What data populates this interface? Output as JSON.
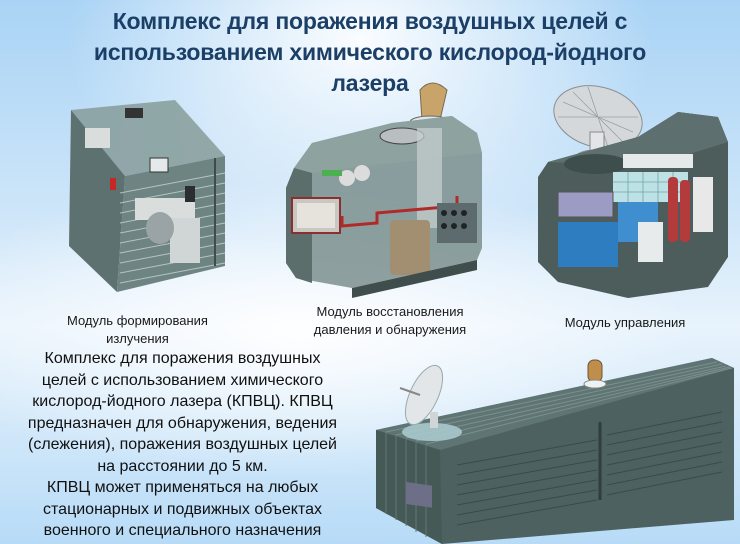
{
  "title": {
    "line1": "Комплекс для поражения воздушных целей с",
    "line2": "использованием химического кислород-йодного",
    "line3": "лазера"
  },
  "modules": [
    {
      "id": "radiation-forming",
      "label_line1": "Модуль формирования",
      "label_line2": "излучения"
    },
    {
      "id": "pressure-recovery",
      "label_line1": "Модуль восстановления",
      "label_line2": "давления и обнаружения"
    },
    {
      "id": "control",
      "label_line1": "Модуль управления",
      "label_line2": ""
    }
  ],
  "description": {
    "lines": [
      "Комплекс для поражения воздушных",
      "целей с использованием химического",
      "кислород-йодного лазера (КПВЦ). КПВЦ",
      "предназначен для обнаружения, ведения",
      "(слежения), поражения воздушных целей",
      "на расстоянии до 5 км.",
      "КПВЦ может применяться на любых",
      "стационарных и подвижных объектах",
      "военного и специального назначения"
    ]
  },
  "colors": {
    "title": "#1b3f66",
    "container": "#4f6563",
    "container_dark": "#3b4d4c",
    "background_light": "#e8f3fc",
    "background_blue": "#a9d3f5"
  }
}
